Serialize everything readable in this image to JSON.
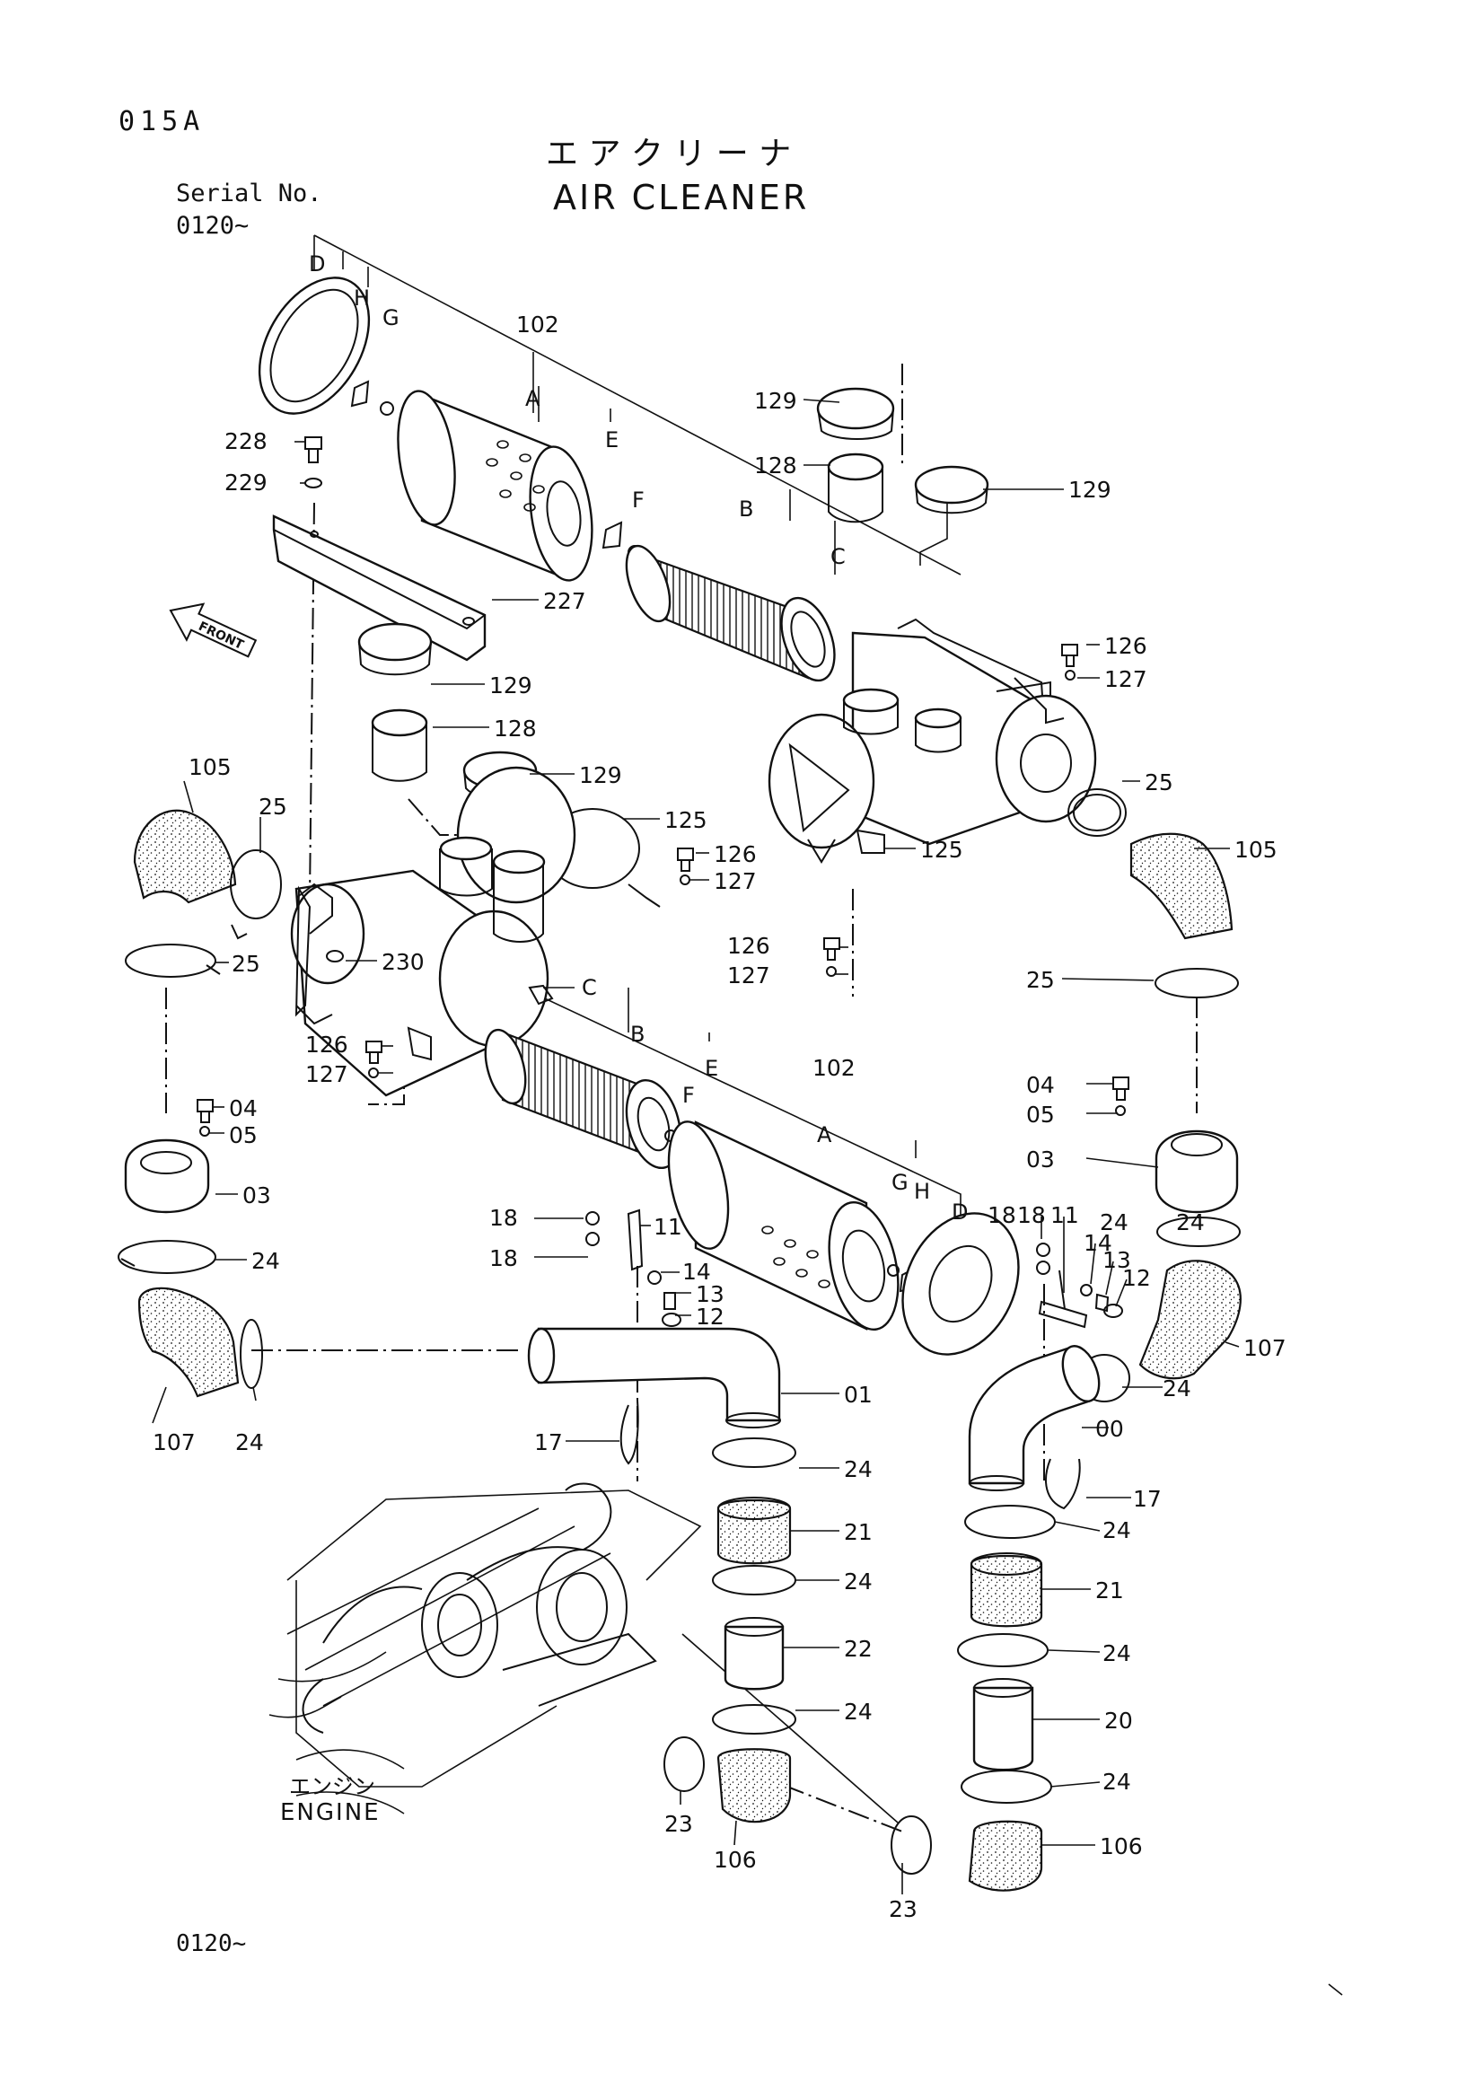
{
  "header": {
    "page_code": "015A",
    "title_jp": "エ ア ク リ ー ナ",
    "title_en": "AIR CLEANER",
    "serial_label": "Serial No.",
    "serial_value": "0120~"
  },
  "footer": {
    "serial": "0120~"
  },
  "engine_label": {
    "jp": "エンジン",
    "en": "ENGINE"
  },
  "callouts": {
    "p102_top": "102",
    "p102_bot": "102",
    "p105_left": "105",
    "p105_right": "105",
    "p107_left": "107",
    "p107_right": "107",
    "p106_left": "106",
    "p106_right": "106",
    "p125_left": "125",
    "p125_right": "125",
    "p126_a": "126",
    "p126_b": "126",
    "p126_c": "126",
    "p126_d": "126",
    "p127_a": "127",
    "p127_b": "127",
    "p127_c": "127",
    "p127_d": "127",
    "p128_a": "128",
    "p128_b": "128",
    "p129_a": "129",
    "p129_b": "129",
    "p129_c": "129",
    "p129_d": "129",
    "p227": "227",
    "p228": "228",
    "p229": "229",
    "p230": "230",
    "p25_a": "25",
    "p25_b": "25",
    "p25_c": "25",
    "p25_d": "25",
    "p24_a": "24",
    "p24_b": "24",
    "p24_c": "24",
    "p24_d": "24",
    "p24_e": "24",
    "p24_f": "24",
    "p24_g": "24",
    "p24_h": "24",
    "p24_i": "24",
    "p24_j": "24",
    "p03_a": "03",
    "p03_b": "03",
    "p04_a": "04",
    "p04_b": "04",
    "p05_a": "05",
    "p05_b": "05",
    "p01": "01",
    "p00": "00",
    "p11_a": "11",
    "p11_b": "11",
    "p12_a": "12",
    "p12_b": "12",
    "p13_a": "13",
    "p13_b": "13",
    "p14_a": "14",
    "p14_b": "14",
    "p17_a": "17",
    "p17_b": "17",
    "p18_a": "18",
    "p18_b": "18",
    "p18_c": "18",
    "p18_d": "18",
    "p20": "20",
    "p21_a": "21",
    "p21_b": "21",
    "p22": "22",
    "p23_a": "23",
    "p23_b": "23",
    "lA_top": "A",
    "lB_top": "B",
    "lC_top": "C",
    "lD_top": "D",
    "lE_top": "E",
    "lF_top": "F",
    "lG_top": "G",
    "lH_top": "H",
    "lA_bot": "A",
    "lB_bot": "B",
    "lC_bot": "C",
    "lD_bot": "D",
    "lE_bot": "E",
    "lF_bot": "F",
    "lG_bot": "G",
    "lH_bot": "H"
  },
  "front_arrow": "FRONT"
}
